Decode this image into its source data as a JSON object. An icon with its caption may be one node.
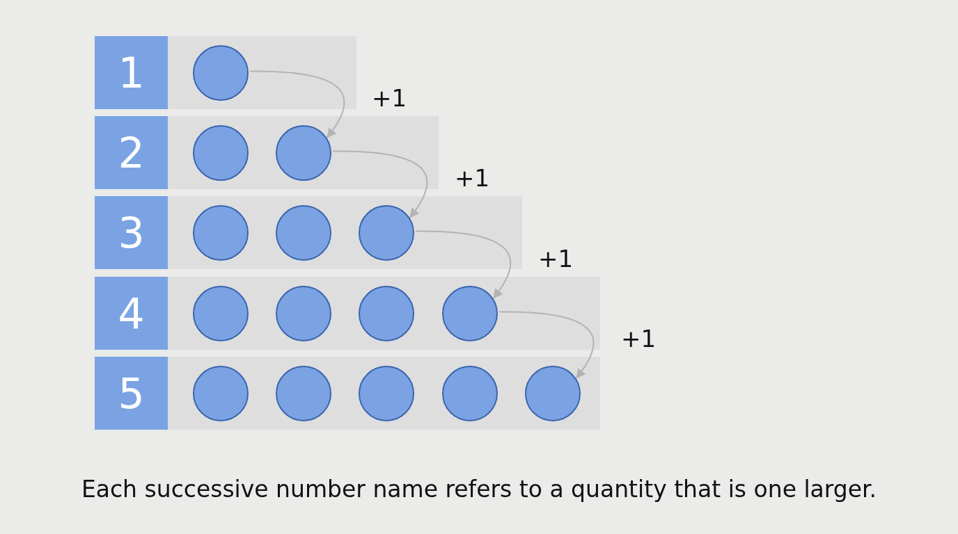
{
  "diagram": {
    "caption": "Each successive number name refers to a quantity that is one larger.",
    "nodes": [
      {
        "text": [
          "1"
        ]
      },
      {
        "text": [],
        "shape": "circle"
      },
      {
        "text": [
          "2"
        ]
      },
      {
        "text": [],
        "shape": "circle"
      },
      {
        "text": [],
        "shape": "circle"
      },
      {
        "text": [
          "3"
        ]
      },
      {
        "text": [],
        "shape": "circle"
      },
      {
        "text": [],
        "shape": "circle"
      },
      {
        "text": [],
        "shape": "circle"
      },
      {
        "text": [
          "4"
        ]
      },
      {
        "text": [],
        "shape": "circle"
      },
      {
        "text": [],
        "shape": "circle"
      },
      {
        "text": [],
        "shape": "circle"
      },
      {
        "text": [],
        "shape": "circle"
      },
      {
        "text": [
          "5"
        ]
      },
      {
        "text": [],
        "shape": "circle"
      },
      {
        "text": [],
        "shape": "circle"
      },
      {
        "text": [],
        "shape": "circle"
      },
      {
        "text": [],
        "shape": "circle"
      },
      {
        "text": [],
        "shape": "circle"
      }
    ],
    "edges": [
      {
        "from": 1,
        "to": 4,
        "arrow": "to",
        "label": "+1"
      },
      {
        "from": 4,
        "to": 8,
        "arrow": "to",
        "label": "+1"
      },
      {
        "from": 8,
        "to": 13,
        "arrow": "to",
        "label": "+1"
      },
      {
        "from": 13,
        "to": 19,
        "arrow": "to",
        "label": "+1"
      }
    ]
  }
}
